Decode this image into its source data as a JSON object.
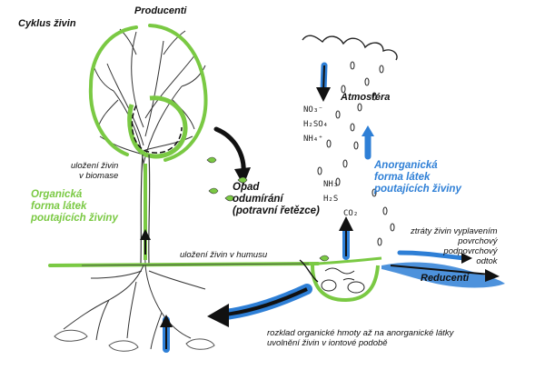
{
  "title": "Cyklus živin",
  "labels": {
    "producers": "Producenti",
    "atmosphere": "Atmosféra",
    "reducers": "Reducenti",
    "litter": "Opad\nodumírání\n(potravní řetězce)",
    "biomass_storage": "uložení živin\nv biomase",
    "humus_storage": "uložení živin v humusu",
    "losses": "ztráty živin vyplavením\npovrchový\npodpovrchový\nodtok",
    "decomposition": "rozklad organické hmoty až na anorganické látky\nuvolnění živin v iontové podobě",
    "organic_form": "Organická\nforma látek\npoutajících živiny",
    "inorganic_form": "Anorganická\nforma látek\npoutajících živiny"
  },
  "chemical_formulas": {
    "upper": [
      "NO₃⁻",
      "H₂SO₄",
      "NH₄⁺"
    ],
    "lower": [
      "NH₃",
      "H₂S",
      "CO₂"
    ]
  },
  "colors": {
    "organic": "#7ac943",
    "inorganic": "#2e7fd6",
    "ink": "#111111",
    "background": "#ffffff"
  }
}
